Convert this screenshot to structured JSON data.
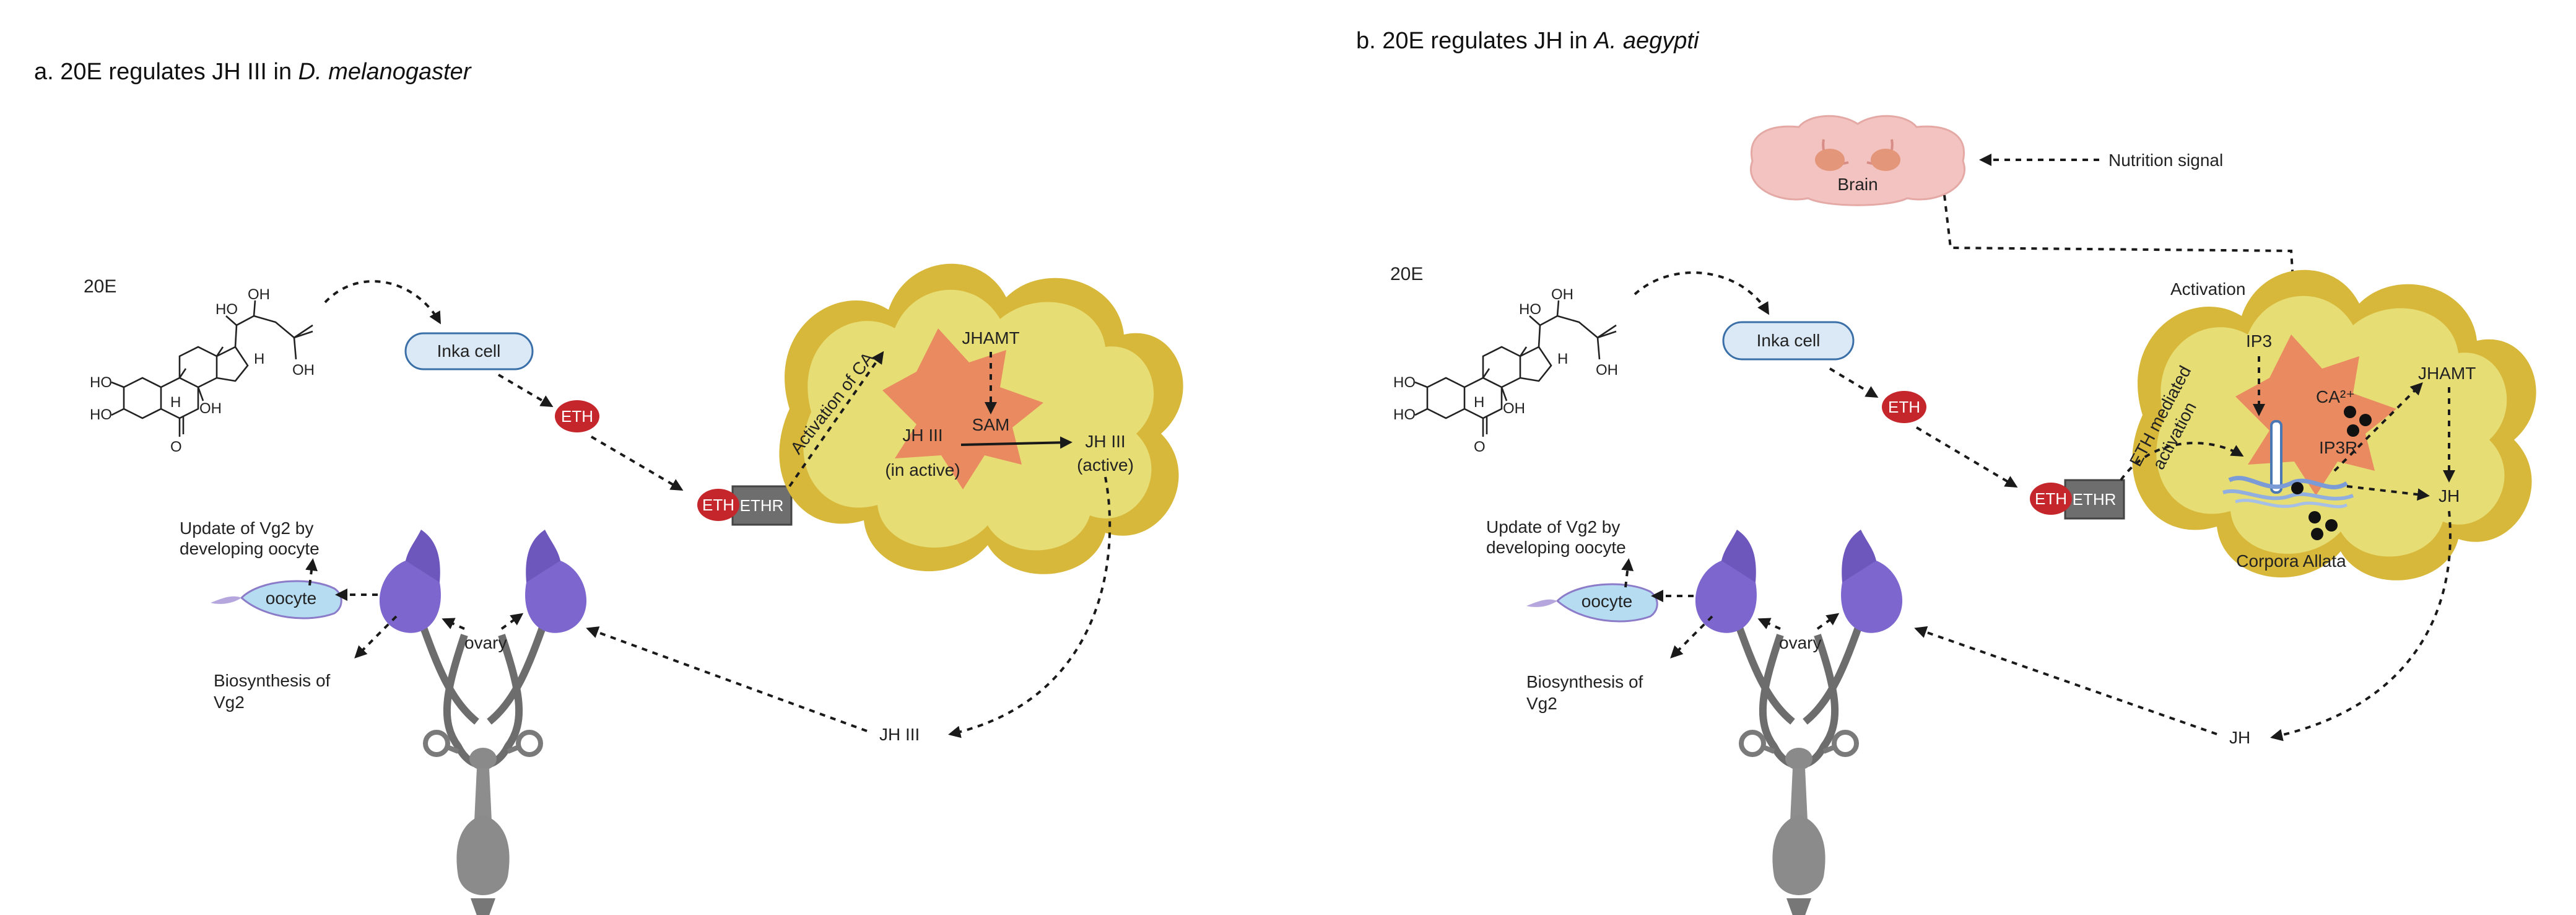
{
  "panel_a": {
    "heading_prefix": "a. 20E regulates JH III in ",
    "heading_species": "D. melanogaster",
    "hormone": "20E",
    "inka_cell": "Inka cell",
    "eth": "ETH",
    "ethr": "ETHR",
    "activation": "Activation of CA",
    "jhamt": "JHAMT",
    "sam": "SAM",
    "jh_inactive_1": "JH III",
    "jh_inactive_2": "(in active)",
    "jh_active_1": "JH III",
    "jh_active_2": "(active)",
    "jh_bottom": "JH III",
    "ovary": "ovary",
    "oocyte": "oocyte",
    "update_1": "Update of Vg2 by",
    "update_2": "developing oocyte",
    "biosynth_1": "Biosynthesis of",
    "biosynth_2": "Vg2"
  },
  "panel_b": {
    "heading_prefix": "b. 20E regulates JH in ",
    "heading_species": "A. aegypti",
    "hormone": "20E",
    "brain": "Brain",
    "nutrition": "Nutrition signal",
    "activation": "Activation",
    "eth_mediated_1": "ETH mediated",
    "eth_mediated_2": "activation",
    "ip3": "IP3",
    "ca": "CA²⁺",
    "ip3r": "IP3R",
    "jhamt": "JHAMT",
    "jh_right": "JH",
    "corpora": "Corpora Allata",
    "inka_cell": "Inka cell",
    "eth": "ETH",
    "ethr": "ETHR",
    "jh_bottom": "JH",
    "ovary": "ovary",
    "oocyte": "oocyte",
    "update_1": "Update of Vg2 by",
    "update_2": "developing oocyte",
    "biosynth_1": "Biosynthesis of",
    "biosynth_2": "Vg2"
  },
  "chem": {
    "ho": "HO",
    "oh": "OH",
    "h": "H",
    "o": "O"
  },
  "colors": {
    "ca_outer": "#d8b83a",
    "ca_inner": "#e6dd74",
    "ca_core": "#ea8a60",
    "eth_red": "#c4262b",
    "ethr_gray": "#6e6e6e",
    "inka_fill": "#dbe9f6",
    "inka_stroke": "#3a6fa8",
    "ovary_purple": "#7d67cf",
    "oocyte_blue": "#a8d2ec",
    "brain_pink": "#f2c3c0"
  }
}
